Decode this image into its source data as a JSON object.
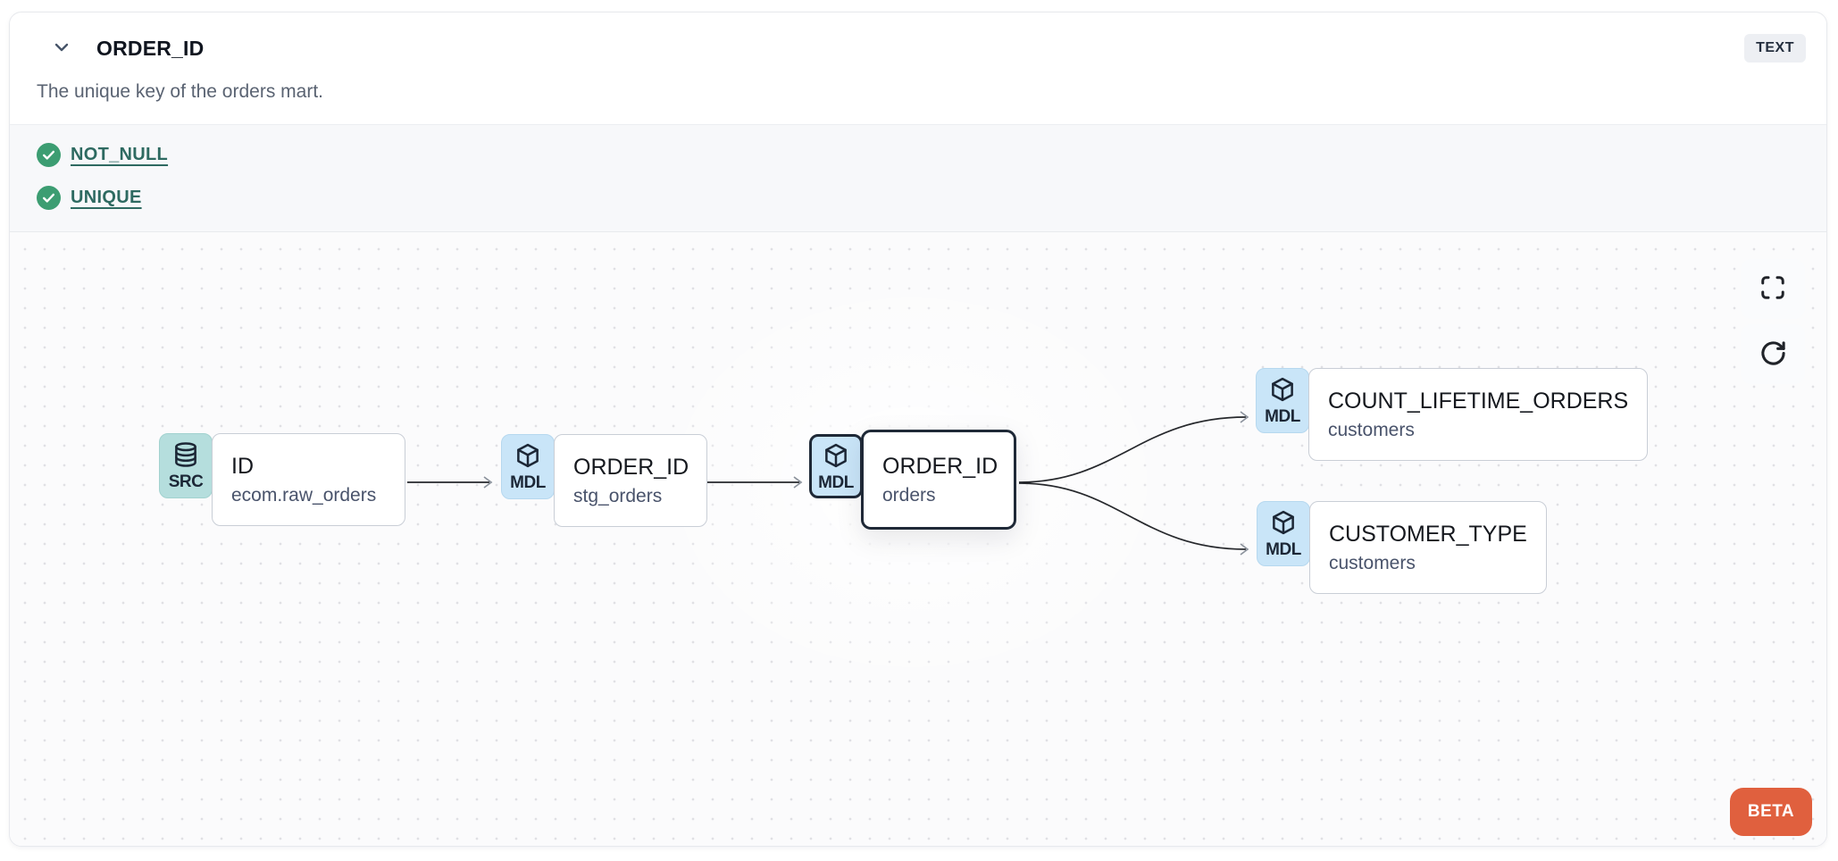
{
  "header": {
    "title": "ORDER_ID",
    "type_badge": "TEXT",
    "description": "The unique key of the orders mart."
  },
  "tests": {
    "items": [
      {
        "label": "NOT_NULL",
        "status": "pass"
      },
      {
        "label": "UNIQUE",
        "status": "pass"
      }
    ]
  },
  "lineage": {
    "nodes": [
      {
        "kind": "SRC",
        "title": "ID",
        "subtitle": "ecom.raw_orders",
        "selected": false
      },
      {
        "kind": "MDL",
        "title": "ORDER_ID",
        "subtitle": "stg_orders",
        "selected": false
      },
      {
        "kind": "MDL",
        "title": "ORDER_ID",
        "subtitle": "orders",
        "selected": true
      },
      {
        "kind": "MDL",
        "title": "COUNT_LIFETIME_ORDERS",
        "subtitle": "customers",
        "selected": false
      },
      {
        "kind": "MDL",
        "title": "CUSTOMER_TYPE",
        "subtitle": "customers",
        "selected": false
      }
    ],
    "edges": [
      {
        "from": 0,
        "to": 1
      },
      {
        "from": 1,
        "to": 2
      },
      {
        "from": 2,
        "to": 3
      },
      {
        "from": 2,
        "to": 4
      }
    ],
    "beta_label": "BETA"
  },
  "icons": {
    "chevron": "chevron-down-icon",
    "check": "check-circle-icon",
    "source": "database-icon",
    "model": "cube-icon",
    "fullscreen": "fullscreen-icon",
    "refresh": "refresh-icon"
  },
  "colors": {
    "check_green": "#3c9d72",
    "link_teal": "#2e6a61",
    "badge_src": "#b5dedd",
    "badge_mdl": "#c9e5f8",
    "selected_border": "#1f2937",
    "beta_orange": "#e0603e",
    "tests_bg": "#f7f8fa"
  }
}
